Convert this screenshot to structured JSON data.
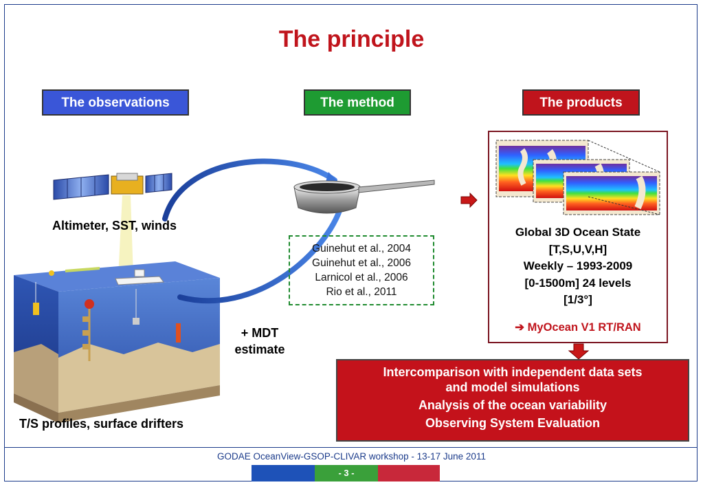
{
  "title": "The principle",
  "columns": {
    "observations": "The observations",
    "method": "The method",
    "products": "The products"
  },
  "observations": {
    "satellite_caption": "Altimeter, SST, winds",
    "insitu_caption": "T/S profiles, surface drifters"
  },
  "method": {
    "references": [
      "Guinehut et al., 2004",
      "Guinehut et al., 2006",
      "Larnicol et al., 2006",
      "Rio et al., 2011"
    ],
    "mdt_line1": "+ MDT",
    "mdt_line2": "estimate"
  },
  "products": {
    "lines": [
      "Global 3D Ocean State",
      "[T,S,U,V,H]",
      "Weekly – 1993-2009",
      "[0-1500m] 24 levels",
      "[1/3°]"
    ],
    "myocean": "➔ MyOcean V1 RT/RAN"
  },
  "applications": {
    "line1": "Intercomparison with independent data sets",
    "line2": "and model simulations",
    "line3": "Analysis of the ocean variability",
    "line4": "Observing System Evaluation"
  },
  "footer": {
    "workshop": "GODAE OceanView-GSOP-CLIVAR workshop  -  13-17 June 2011",
    "page": "- 3 -"
  },
  "colors": {
    "title_red": "#c0141c",
    "obs_blue": "#3a56d8",
    "method_green": "#1e9b32",
    "products_red": "#c0141c",
    "footer_blue": "#1a3a8a"
  }
}
